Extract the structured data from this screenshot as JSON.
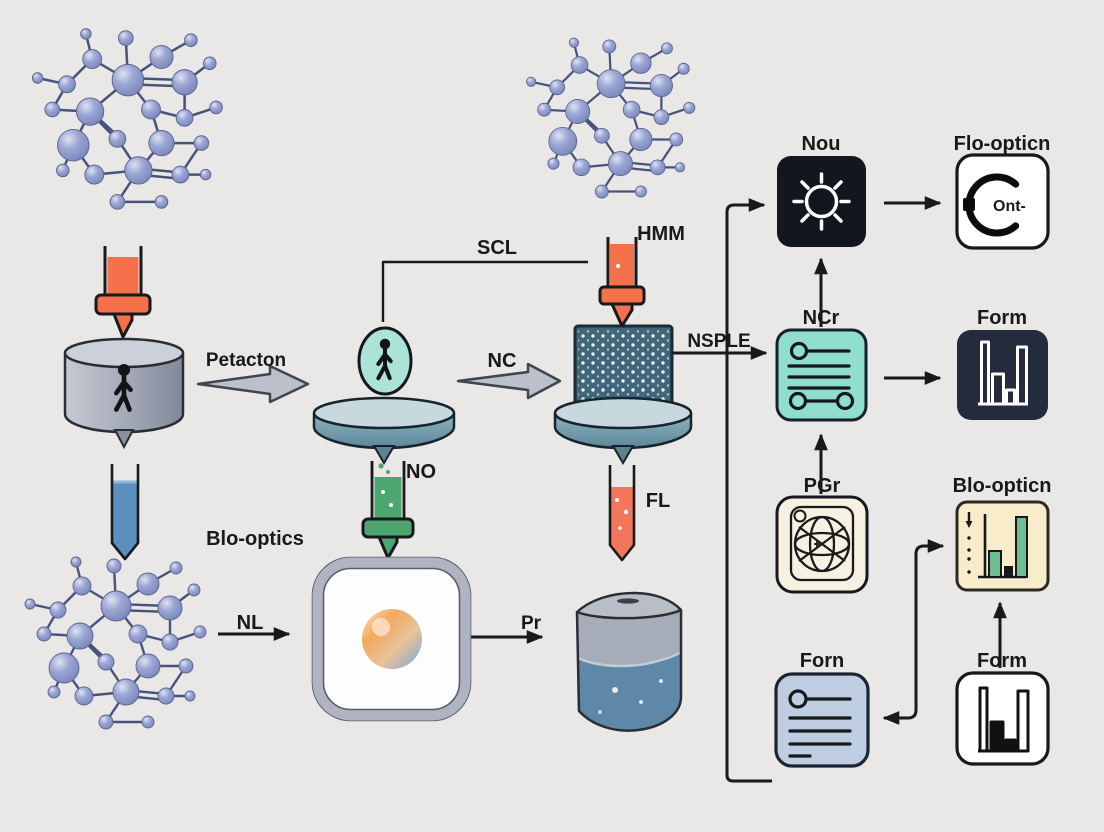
{
  "scene": {
    "background": "#e9e8e6",
    "description": "bio-optics laboratory workflow diagram"
  },
  "labels": {
    "petacton": "Petacton",
    "scl": "SCL",
    "nc": "NC",
    "hmm": "HMM",
    "nsple": "NSPLE",
    "no": "NO",
    "fl": "FL",
    "nl": "NL",
    "pr": "Pr",
    "blo_optics": "Blo-optics"
  },
  "nodes": {
    "nou": {
      "label": "Nou",
      "icon": "sun-icon",
      "bg": "#14161f"
    },
    "flo_opticn": {
      "label": "Flo-opticn",
      "icon": "c-ring-icon",
      "icon_text": "Ont-",
      "bg": "#ffffff"
    },
    "ncr": {
      "label": "NCr",
      "icon": "sliders-list-icon",
      "bg": "#8fdfcc"
    },
    "form_dark": {
      "label": "Form",
      "icon": "bar-chart-icon",
      "bg": "#242b3d"
    },
    "pgr": {
      "label": "PGr",
      "icon": "globe-grid-icon",
      "bg": "#f6f1e1"
    },
    "blo_opticn": {
      "label": "Blo-opticn",
      "icon": "colored-bar-chart-icon",
      "bg": "#f8ecca",
      "bar_color": "#6fbe93"
    },
    "forn": {
      "label": "Forn",
      "icon": "document-sliders-icon",
      "bg": "#bfcde2"
    },
    "form_white": {
      "label": "Form",
      "icon": "bar-chart-icon",
      "bg": "#ffffff"
    }
  },
  "colors": {
    "accent_orange": "#f4714b",
    "molecule_blue": "#8e9aca",
    "teal_capsule": "#abe3d6",
    "cube_blue": "#3f6679",
    "disc_top": "#c7d9de",
    "disc_side": "#6f9fae",
    "liquid_blue": "#5f87a8",
    "green_syringe": "#4da56f",
    "tube_blue": "#5b8fc0",
    "tube_red": "#f3765b",
    "line": "#17191c"
  }
}
